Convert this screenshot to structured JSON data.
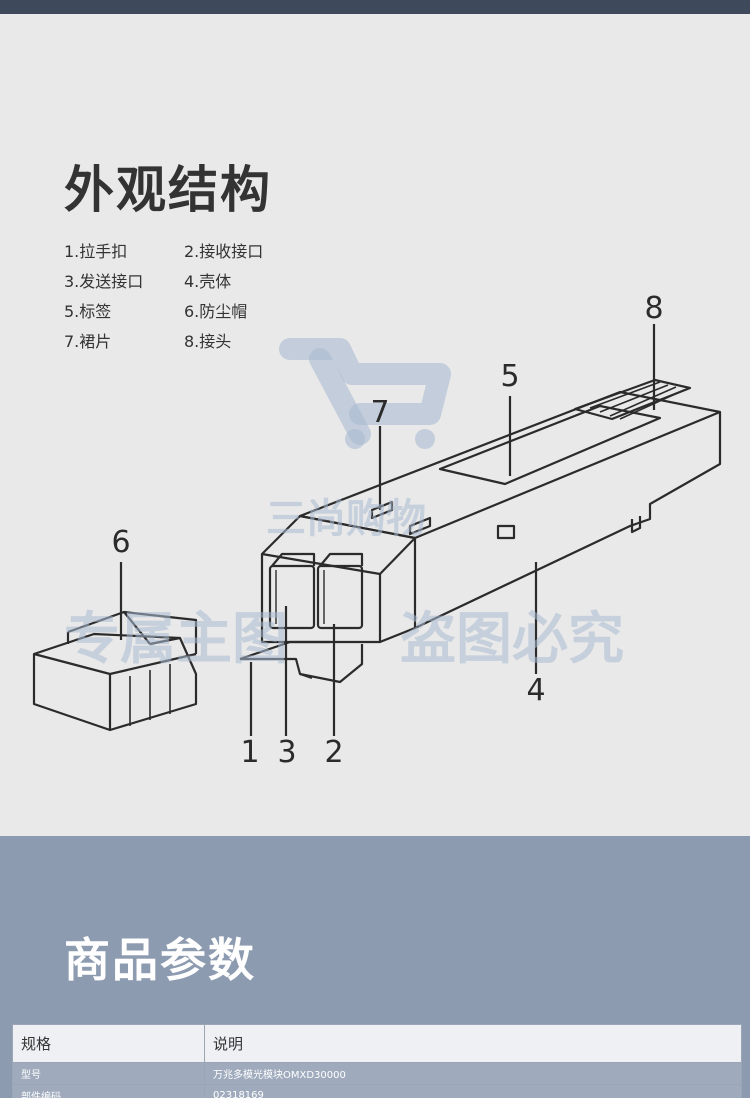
{
  "structure": {
    "title": "外观结构",
    "legend": [
      {
        "label": "1.拉手扣"
      },
      {
        "label": "2.接收接口"
      },
      {
        "label": "3.发送接口"
      },
      {
        "label": "4.壳体"
      },
      {
        "label": "5.标签"
      },
      {
        "label": "6.防尘帽"
      },
      {
        "label": "7.裙片"
      },
      {
        "label": "8.接头"
      }
    ],
    "callouts": [
      "1",
      "2",
      "3",
      "4",
      "5",
      "6",
      "7",
      "8"
    ]
  },
  "watermarks": {
    "brand": "三尚购物",
    "notice_left": "专属主图",
    "notice_right": "盗图必究"
  },
  "params": {
    "title": "商品参数",
    "table": {
      "headers": [
        "规格",
        "说明"
      ],
      "rows": [
        [
          "型号",
          "万兆多模光模块OMXD30000"
        ],
        [
          "部件编码",
          "02318169"
        ]
      ]
    }
  },
  "colors": {
    "top_bar": "#3e4a5c",
    "background": "#e9e9e9",
    "params_background": "#8d9bb0",
    "watermark": "#aabad2"
  }
}
